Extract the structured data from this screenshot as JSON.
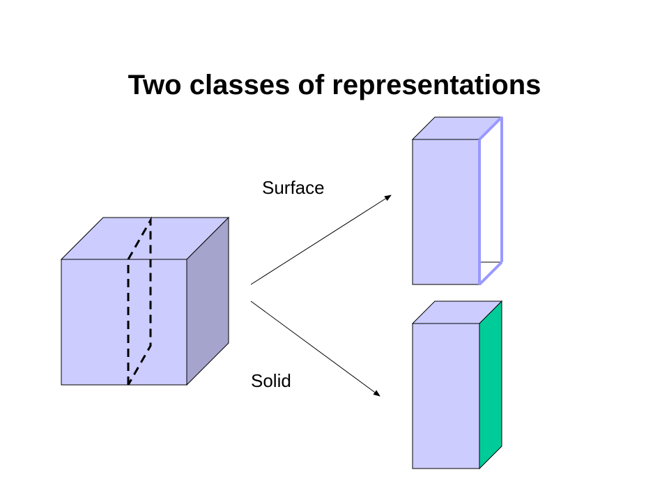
{
  "title": "Two classes of representations",
  "labels": {
    "surface": "Surface",
    "solid": "Solid"
  },
  "colors": {
    "face_front": "#ccccff",
    "face_side": "#a4a4cc",
    "surface_edge": "#9999ff",
    "solid_side": "#00cc99",
    "stroke": "#000000"
  }
}
